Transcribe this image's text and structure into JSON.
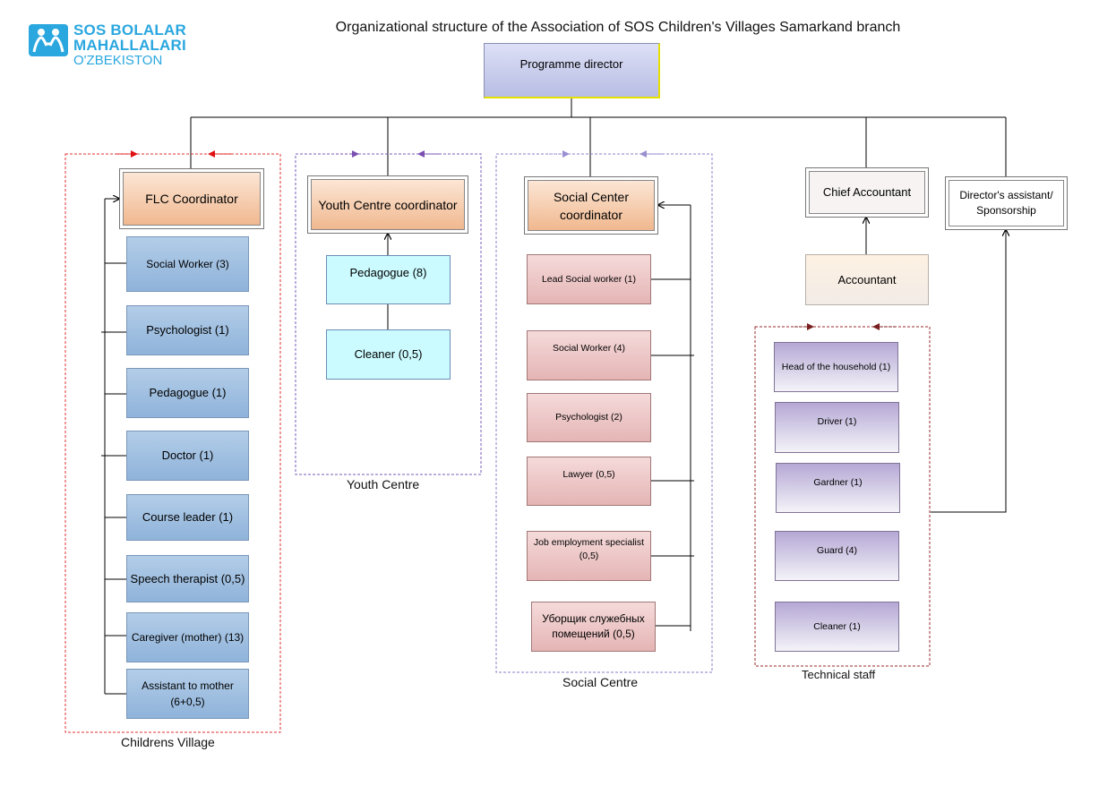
{
  "title": "Organizational structure of the Association of SOS Children's Villages  Samarkand branch",
  "logo": {
    "line1": "SOS BOLALAR",
    "line2": "MAHALLALARI",
    "line3": "O'ZBEKISTON",
    "color": "#2aa7df"
  },
  "programme_director": "Programme director",
  "childrens_village": {
    "label": "Childrens Village",
    "coordinator": "FLC Coordinator",
    "staff": [
      "Social Worker (3)",
      "Psychologist (1)",
      "Pedagogue (1)",
      "Doctor (1)",
      "Course leader (1)",
      "Speech therapist (0,5)",
      "Caregiver (mother) (13)",
      "Assistant to mother (6+0,5)"
    ]
  },
  "youth_centre": {
    "label": "Youth Centre",
    "coordinator": "Youth Centre coordinator",
    "staff": [
      "Pedagogue (8)",
      "Cleaner (0,5)"
    ]
  },
  "social_centre": {
    "label": "Social Centre",
    "coordinator": "Social Center coordinator",
    "staff": [
      "Lead Social worker  (1)",
      "Social Worker (4)",
      "Psychologist  (2)",
      "Lawyer (0,5)",
      "Job employment specialist (0,5)",
      "Уборщик служебных помещений (0,5)"
    ]
  },
  "finance": {
    "chief": "Chief Accountant",
    "accountant": "Accountant"
  },
  "assistant": "Director's assistant/ Sponsorship",
  "technical_staff": {
    "label": "Technical staff",
    "staff": [
      "Head of the household (1)",
      "Driver (1)",
      "Gardner (1)",
      "Guard (4)",
      "Cleaner (1)"
    ]
  },
  "colors": {
    "childrens_village_frame": "#e03030",
    "youth_centre_frame": "#7a5cb8",
    "social_centre_frame": "#8a80c8",
    "technical_frame": "#9a2a2a",
    "staff_blue": "#a9c6e5",
    "staff_cyan": "#cbfbff",
    "staff_pink": "#ecc6c6",
    "staff_lavender": "#c9c0e0",
    "coordinator_orange": "#f5c9a4"
  }
}
